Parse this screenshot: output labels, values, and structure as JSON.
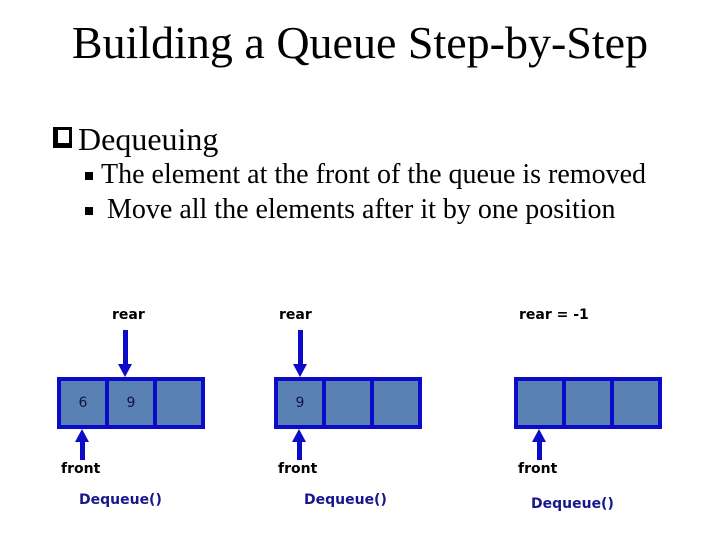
{
  "title": "Building a Queue Step-by-Step",
  "content": {
    "bullet": "Dequeuing",
    "sub_bullets": [
      "The element at the front of the queue is removed",
      "Move all the elements after it by one position"
    ]
  },
  "colors": {
    "arrow_blue": "#0b0bc8",
    "cell_fill": "#5a81b4",
    "cell_border": "#0b0bc8",
    "caption_navy": "#17178c",
    "text_black": "#000000"
  },
  "diagrams": [
    {
      "rear_label": "rear",
      "cells": [
        "6",
        "9",
        ""
      ],
      "front_label": "front",
      "caption": "Dequeue()"
    },
    {
      "rear_label": "rear",
      "cells": [
        "9",
        "",
        ""
      ],
      "front_label": "front",
      "caption": "Dequeue()"
    },
    {
      "rear_label": "rear = -1",
      "cells": [
        "",
        "",
        ""
      ],
      "front_label": "front",
      "caption": "Dequeue()"
    }
  ]
}
